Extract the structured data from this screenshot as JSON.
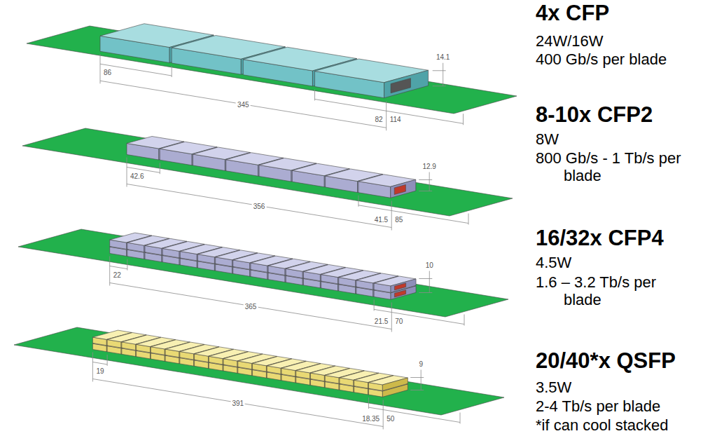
{
  "diagram": {
    "labels": [
      "14.1",
      "86",
      "345",
      "82",
      "114",
      "4x CFP",
      "24W/16W",
      "400 Gb/s per blade",
      "12.9",
      "42.6",
      "356",
      "41.5",
      "85",
      "8-10x CFP2",
      "8W",
      "800 Gb/s - 1 Tb/s per blade",
      "10",
      "22",
      "365",
      "21.5",
      "70",
      "16/32x CFP4",
      "4.5W",
      "1.6 – 3.2 Tb/s per blade",
      "9",
      "19",
      "391",
      "18.35",
      "50",
      "20/40*x QSFP",
      "3.5W",
      "2-4 Tb/s per blade",
      "*if can cool stacked"
    ]
  }
}
